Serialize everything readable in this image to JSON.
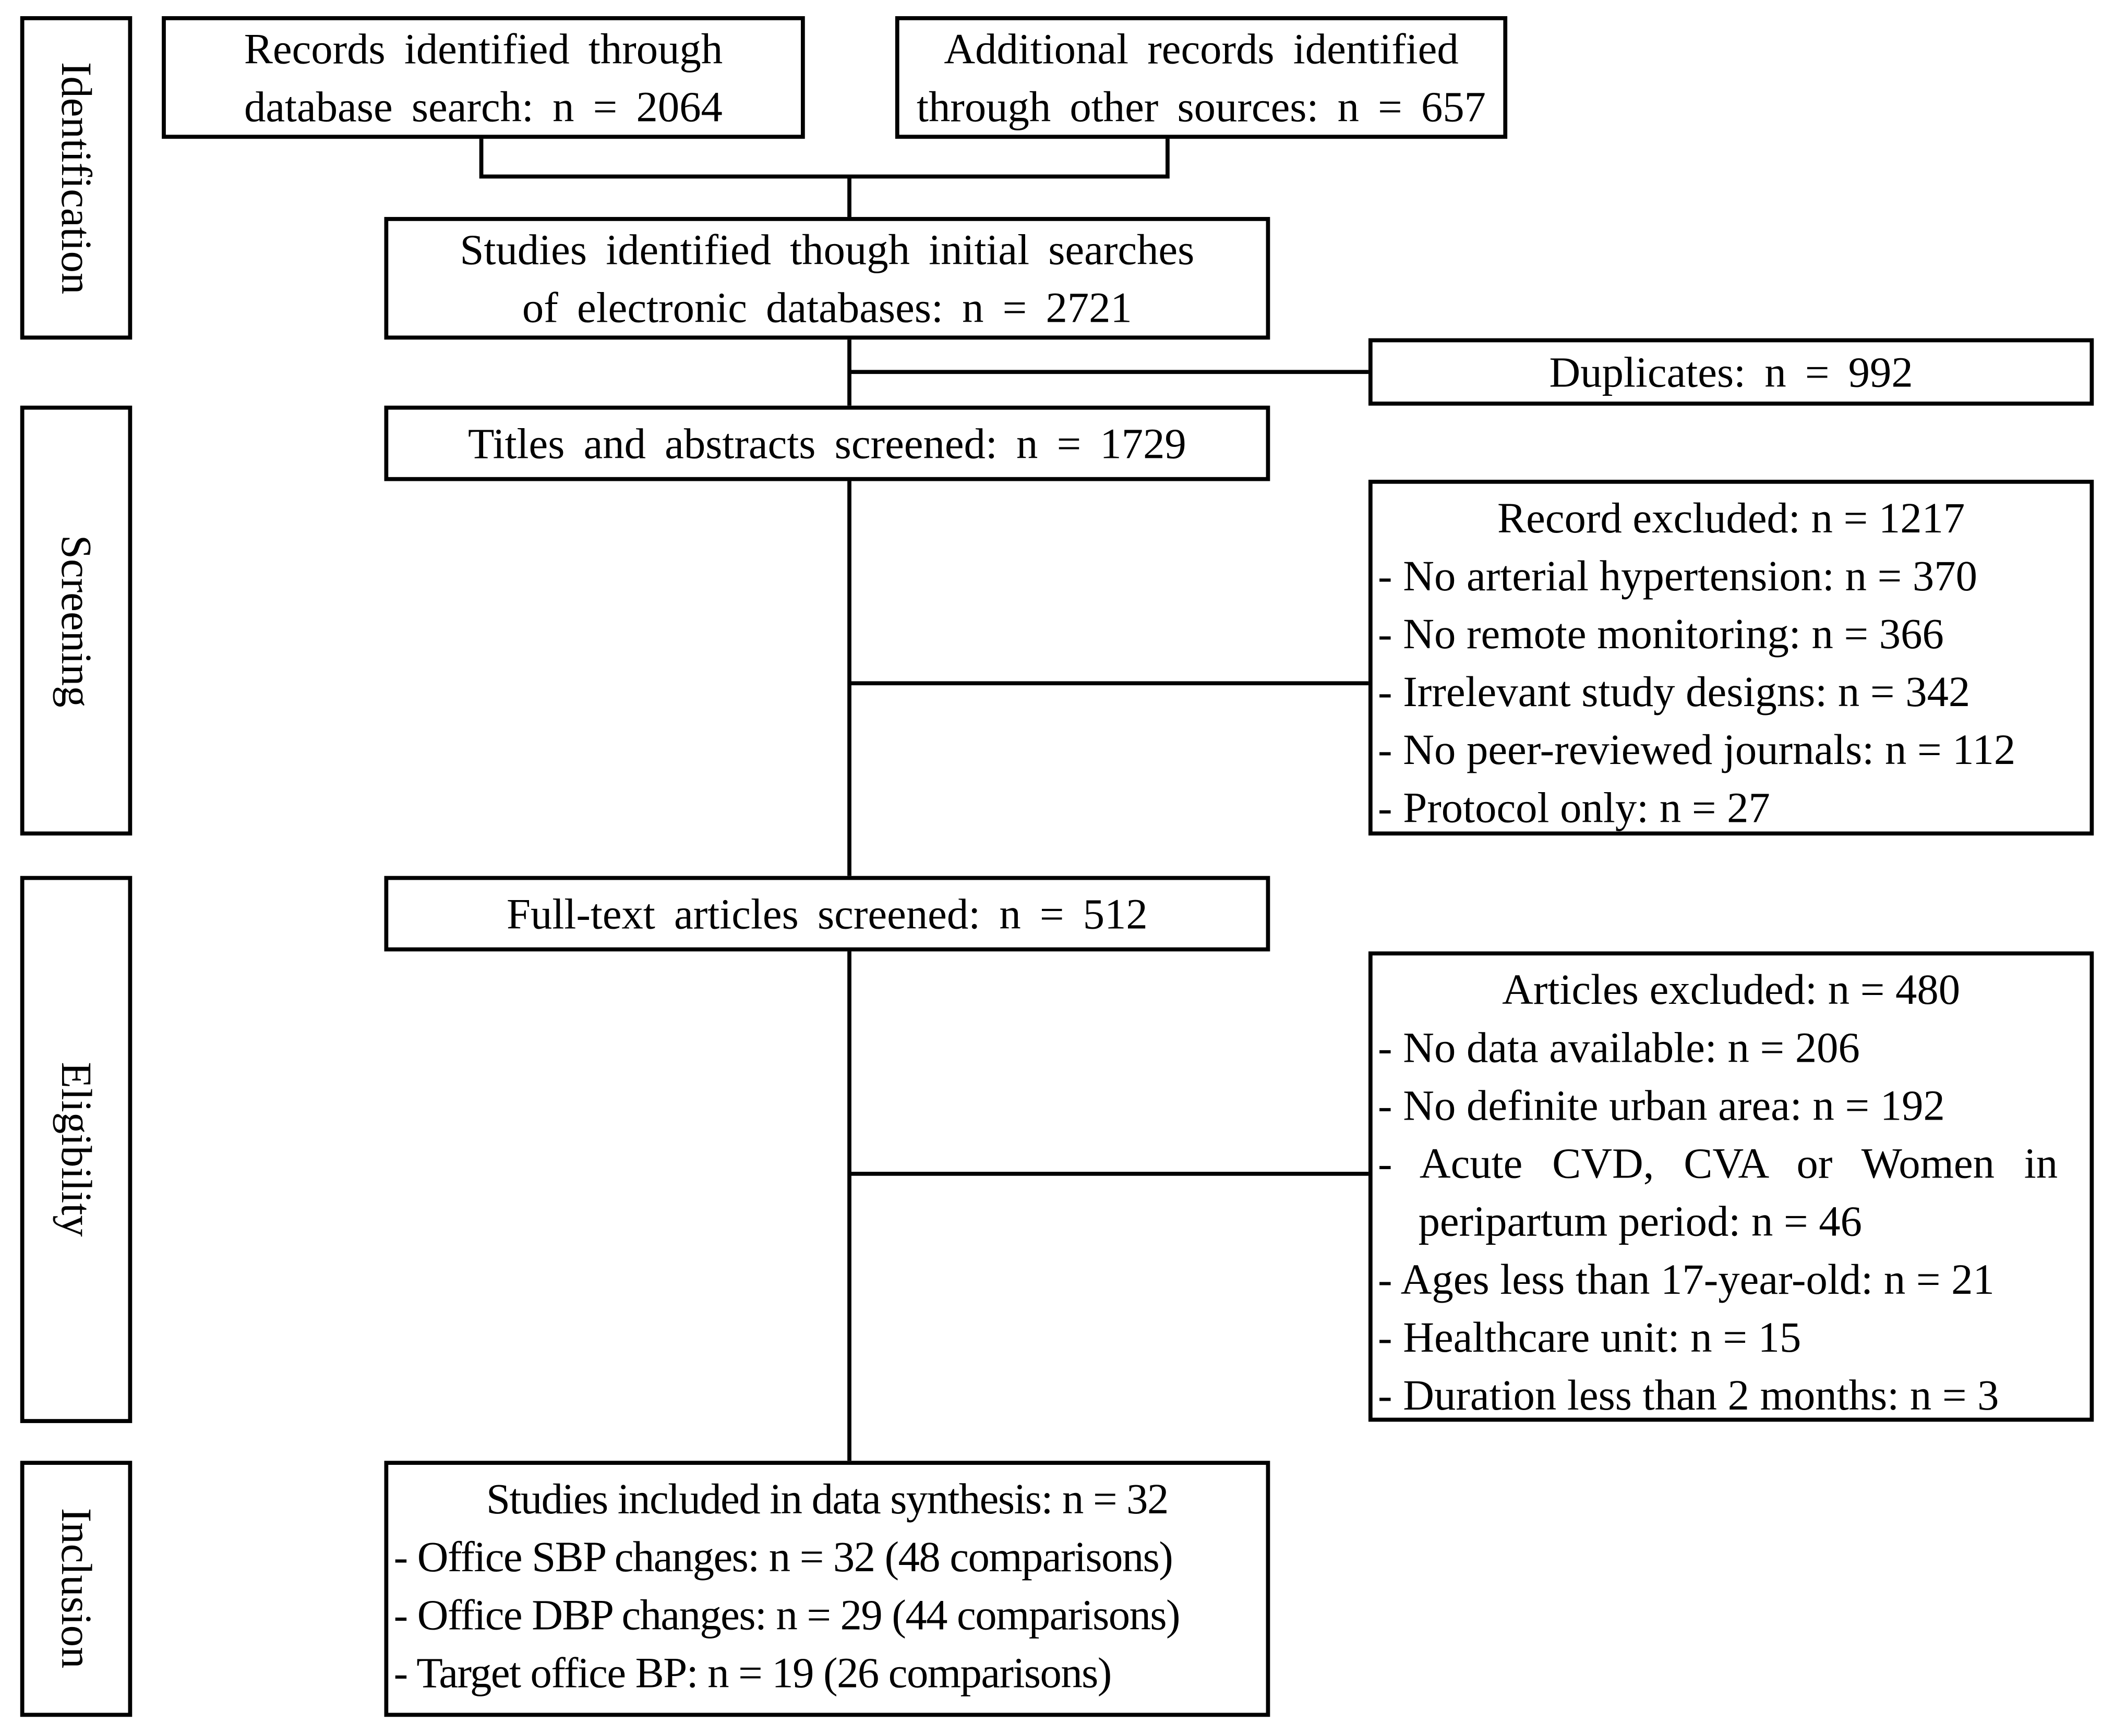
{
  "stages": [
    "Identification",
    "Screening",
    "Eligibility",
    "Inclusion"
  ],
  "identification": {
    "database": [
      "Records identified through",
      "database search: n = 2064"
    ],
    "other": [
      "Additional records identified",
      "through other sources: n = 657"
    ],
    "combined": [
      "Studies identified though initial searches",
      "of electronic databases: n = 2721"
    ],
    "duplicates": "Duplicates: n = 992"
  },
  "screening": {
    "screened": "Titles and abstracts screened: n = 1729",
    "excluded_title": "Record excluded: n = 1217",
    "excluded_items": [
      "- No arterial hypertension: n = 370",
      "- No remote monitoring: n = 366",
      "- Irrelevant study designs: n = 342",
      "- No peer-reviewed journals: n = 112",
      "- Protocol only: n = 27"
    ]
  },
  "eligibility": {
    "screened": "Full-text articles screened: n = 512",
    "excluded_title": "Articles excluded: n = 480",
    "excluded_items": [
      "- No data available: n = 206",
      "- No definite urban area: n = 192",
      "- Acute CVD, CVA or Women in",
      "peripartum period: n = 46",
      "- Ages less than 17-year-old: n = 21",
      "- Healthcare unit: n = 15",
      "- Duration less than 2 months: n = 3"
    ]
  },
  "inclusion": {
    "title": "Studies included in data synthesis: n = 32",
    "items": [
      "- Office SBP changes: n = 32 (48 comparisons)",
      "- Office DBP changes: n = 29 (44 comparisons)",
      "- Target office BP: n = 19 (26 comparisons)"
    ]
  }
}
